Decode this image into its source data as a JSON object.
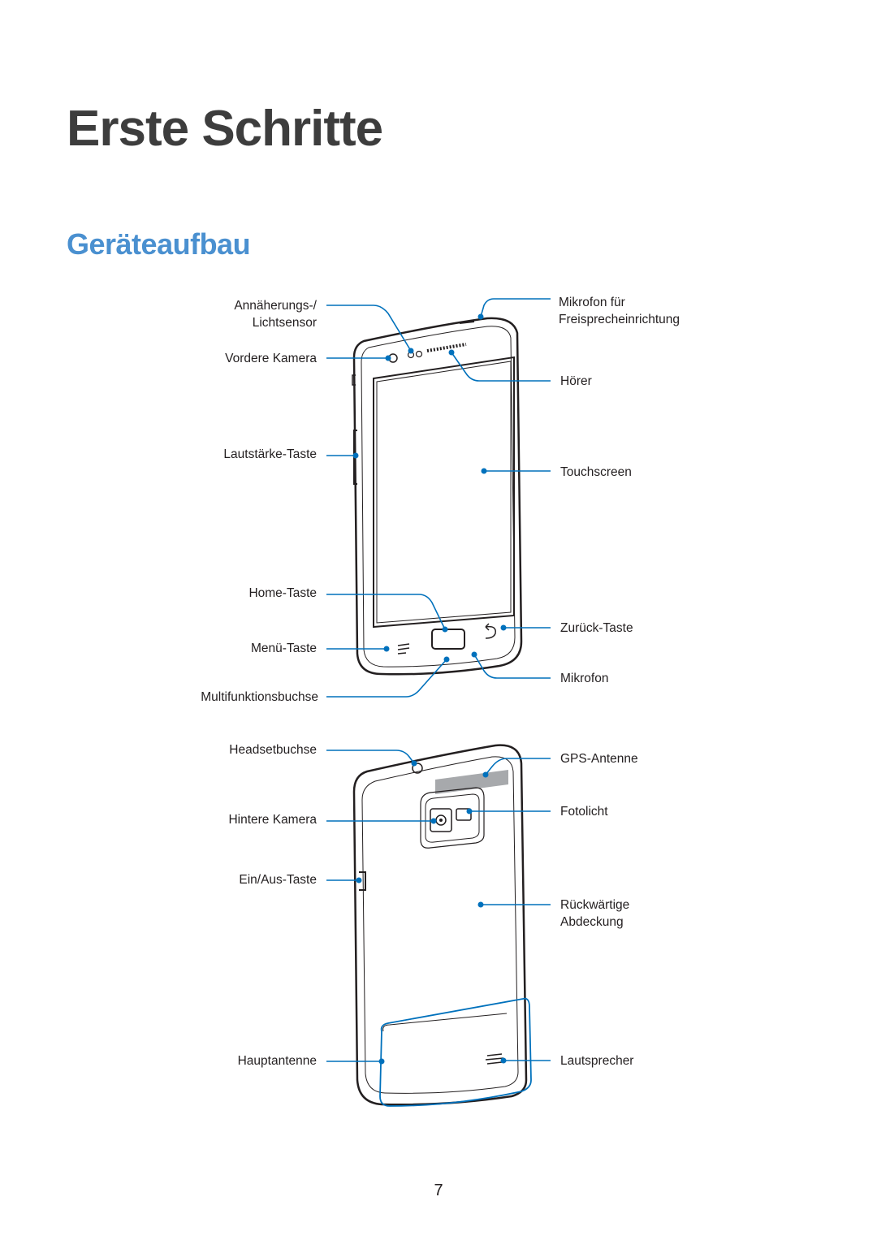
{
  "chapter": {
    "title": "Erste Schritte"
  },
  "section": {
    "title": "Geräteaufbau"
  },
  "colors": {
    "accent": "#0071bc",
    "heading_blue": "#4a90d0",
    "outline": "#231f20"
  },
  "front_labels": {
    "proximity_sensor": "Annäherungs-/\nLichtsensor",
    "front_camera": "Vordere Kamera",
    "volume_key": "Lautstärke-Taste",
    "home_key": "Home-Taste",
    "menu_key": "Menü-Taste",
    "multifunction_jack": "Multifunktionsbuchse",
    "speakerphone_mic": "Mikrofon für\nFreisprecheinrichtung",
    "earpiece": "Hörer",
    "touchscreen": "Touchscreen",
    "back_key": "Zurück-Taste",
    "microphone": "Mikrofon"
  },
  "back_labels": {
    "headset_jack": "Headsetbuchse",
    "rear_camera": "Hintere Kamera",
    "power_key": "Ein/Aus-Taste",
    "main_antenna": "Hauptantenne",
    "gps_antenna": "GPS-Antenne",
    "flash": "Fotolicht",
    "back_cover": "Rückwärtige\nAbdeckung",
    "speaker": "Lautsprecher"
  },
  "page": {
    "number": "7"
  }
}
